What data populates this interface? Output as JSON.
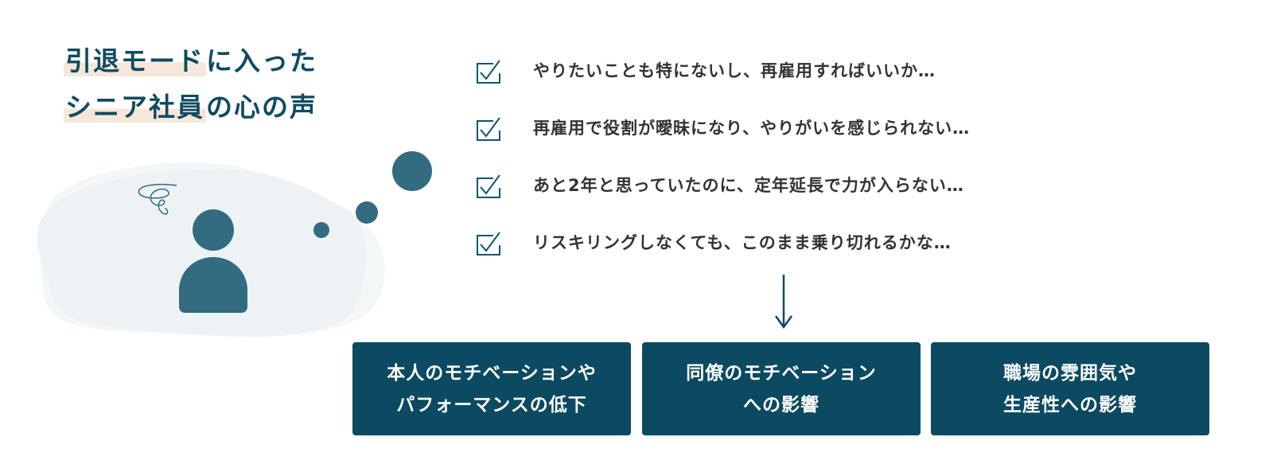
{
  "title": {
    "line1_highlight": "引退モード",
    "line1_rest": "に入った",
    "line2_highlight": "シニア社員",
    "line2_rest": "の心の声"
  },
  "thoughts": [
    "やりたいことも特にないし、再雇用すればいいか…",
    "再雇用で役割が曖昧になり、やりがいを感じられない…",
    "あと2年と思っていたのに、定年延長で力が入らない…",
    "リスキリングしなくても、このまま乗り切れるかな…"
  ],
  "impacts": [
    {
      "line1": "本人のモチベーションや",
      "line2": "パフォーマンスの低下"
    },
    {
      "line1": "同僚のモチベーション",
      "line2": "への影響"
    },
    {
      "line1": "職場の雰囲気や",
      "line2": "生産性への影響"
    }
  ],
  "colors": {
    "primary": "#0b4a60",
    "figure": "#336b80",
    "highlight": "#f5e7d9",
    "blob": "#edf2f4"
  }
}
